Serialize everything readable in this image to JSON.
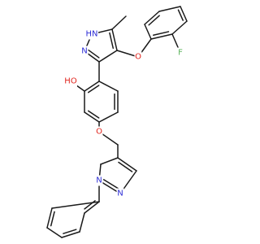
{
  "colors": {
    "bond": "#1a1a1a",
    "carbon": "#1a1a1a",
    "nitrogen": "#2b2bd6",
    "oxygen": "#e0231c",
    "fluorine": "#5bb35b"
  },
  "molecule": {
    "atoms": {
      "c1": {
        "element": "C"
      },
      "c2": {
        "element": "C"
      },
      "c3": {
        "element": "C"
      },
      "c4": {
        "element": "C"
      },
      "c5": {
        "element": "C"
      },
      "n_h": {
        "element": "N",
        "label": "HN",
        "color": "nitrogen"
      },
      "n_py": {
        "element": "N",
        "label": "N",
        "color": "nitrogen"
      },
      "o_ether": {
        "element": "O",
        "label": "O",
        "color": "oxygen"
      },
      "o_oh": {
        "element": "O",
        "label": "HO",
        "color": "oxygen"
      },
      "o_link": {
        "element": "O",
        "label": "O",
        "color": "oxygen"
      },
      "f": {
        "element": "F",
        "label": "F",
        "color": "fluorine"
      },
      "n_pz1": {
        "element": "N",
        "label": "N",
        "color": "nitrogen"
      },
      "n_pz2": {
        "element": "N",
        "label": "N",
        "color": "nitrogen"
      }
    }
  }
}
